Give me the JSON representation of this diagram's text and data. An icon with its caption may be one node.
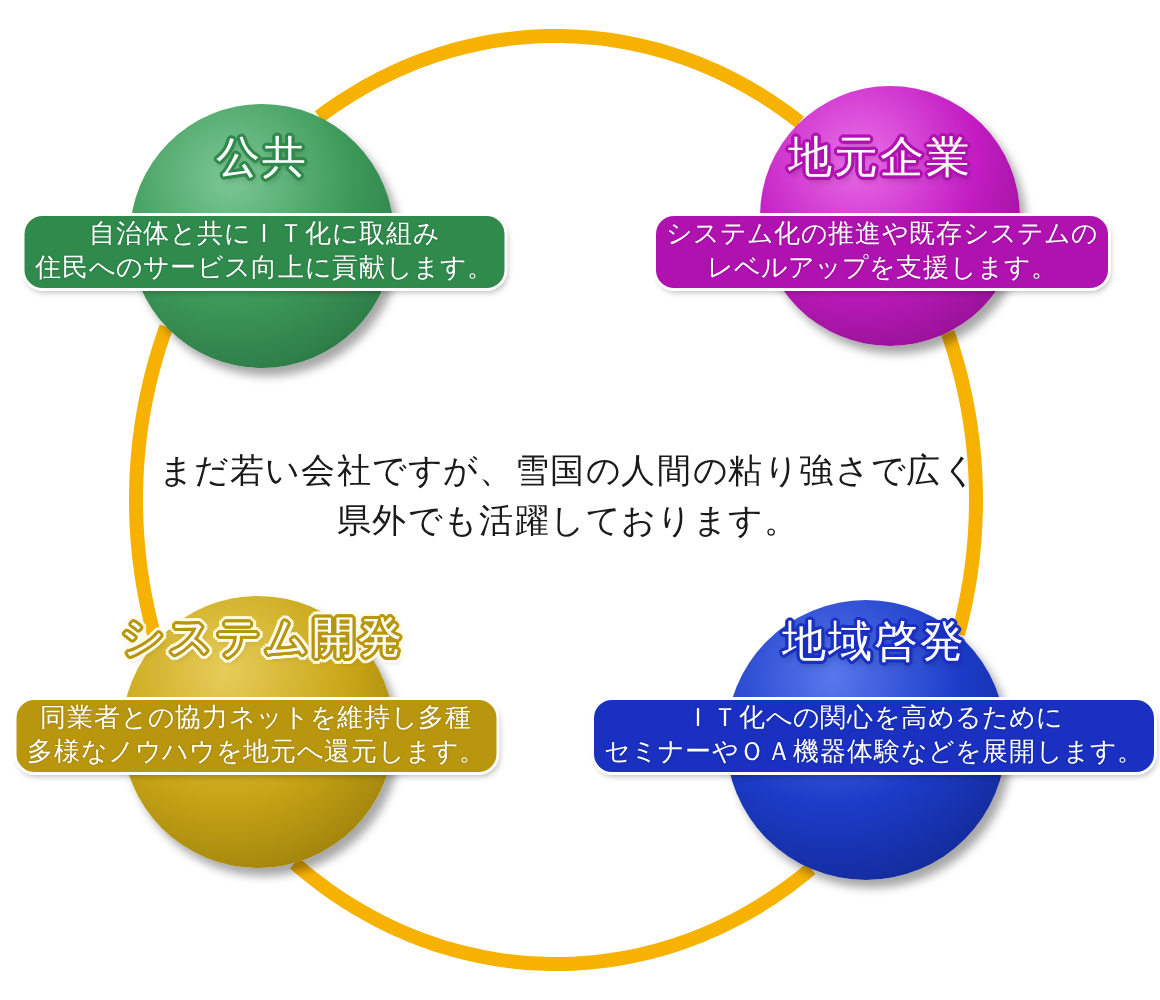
{
  "diagram": {
    "nodes": [
      {
        "text": [
          "公共",
          "自治体と共にＩＴ化に取組み住民へのサービス向上に貢献します。"
        ]
      },
      {
        "text": [
          "地元企業",
          "システム化の推進や既存システムのレベルアップを支援します。"
        ]
      },
      {
        "text": [
          "システム開発",
          "同業者との協力ネットを維持し多種多様なノウハウを地元へ還元します。"
        ]
      },
      {
        "text": [
          "地域啓発",
          "ＩＴ化への関心を高めるためにセミナーやＯＡ機器体験などを展開します。"
        ]
      }
    ],
    "edges": [
      {
        "from": 0,
        "to": 1,
        "arrow": "none"
      },
      {
        "from": 1,
        "to": 3,
        "arrow": "none"
      },
      {
        "from": 3,
        "to": 2,
        "arrow": "none"
      },
      {
        "from": 2,
        "to": 0,
        "arrow": "none"
      }
    ],
    "labels": [
      "まだ若い会社ですが、雪国の人間の粘り強さで広く県外でも活躍しております。"
    ]
  }
}
